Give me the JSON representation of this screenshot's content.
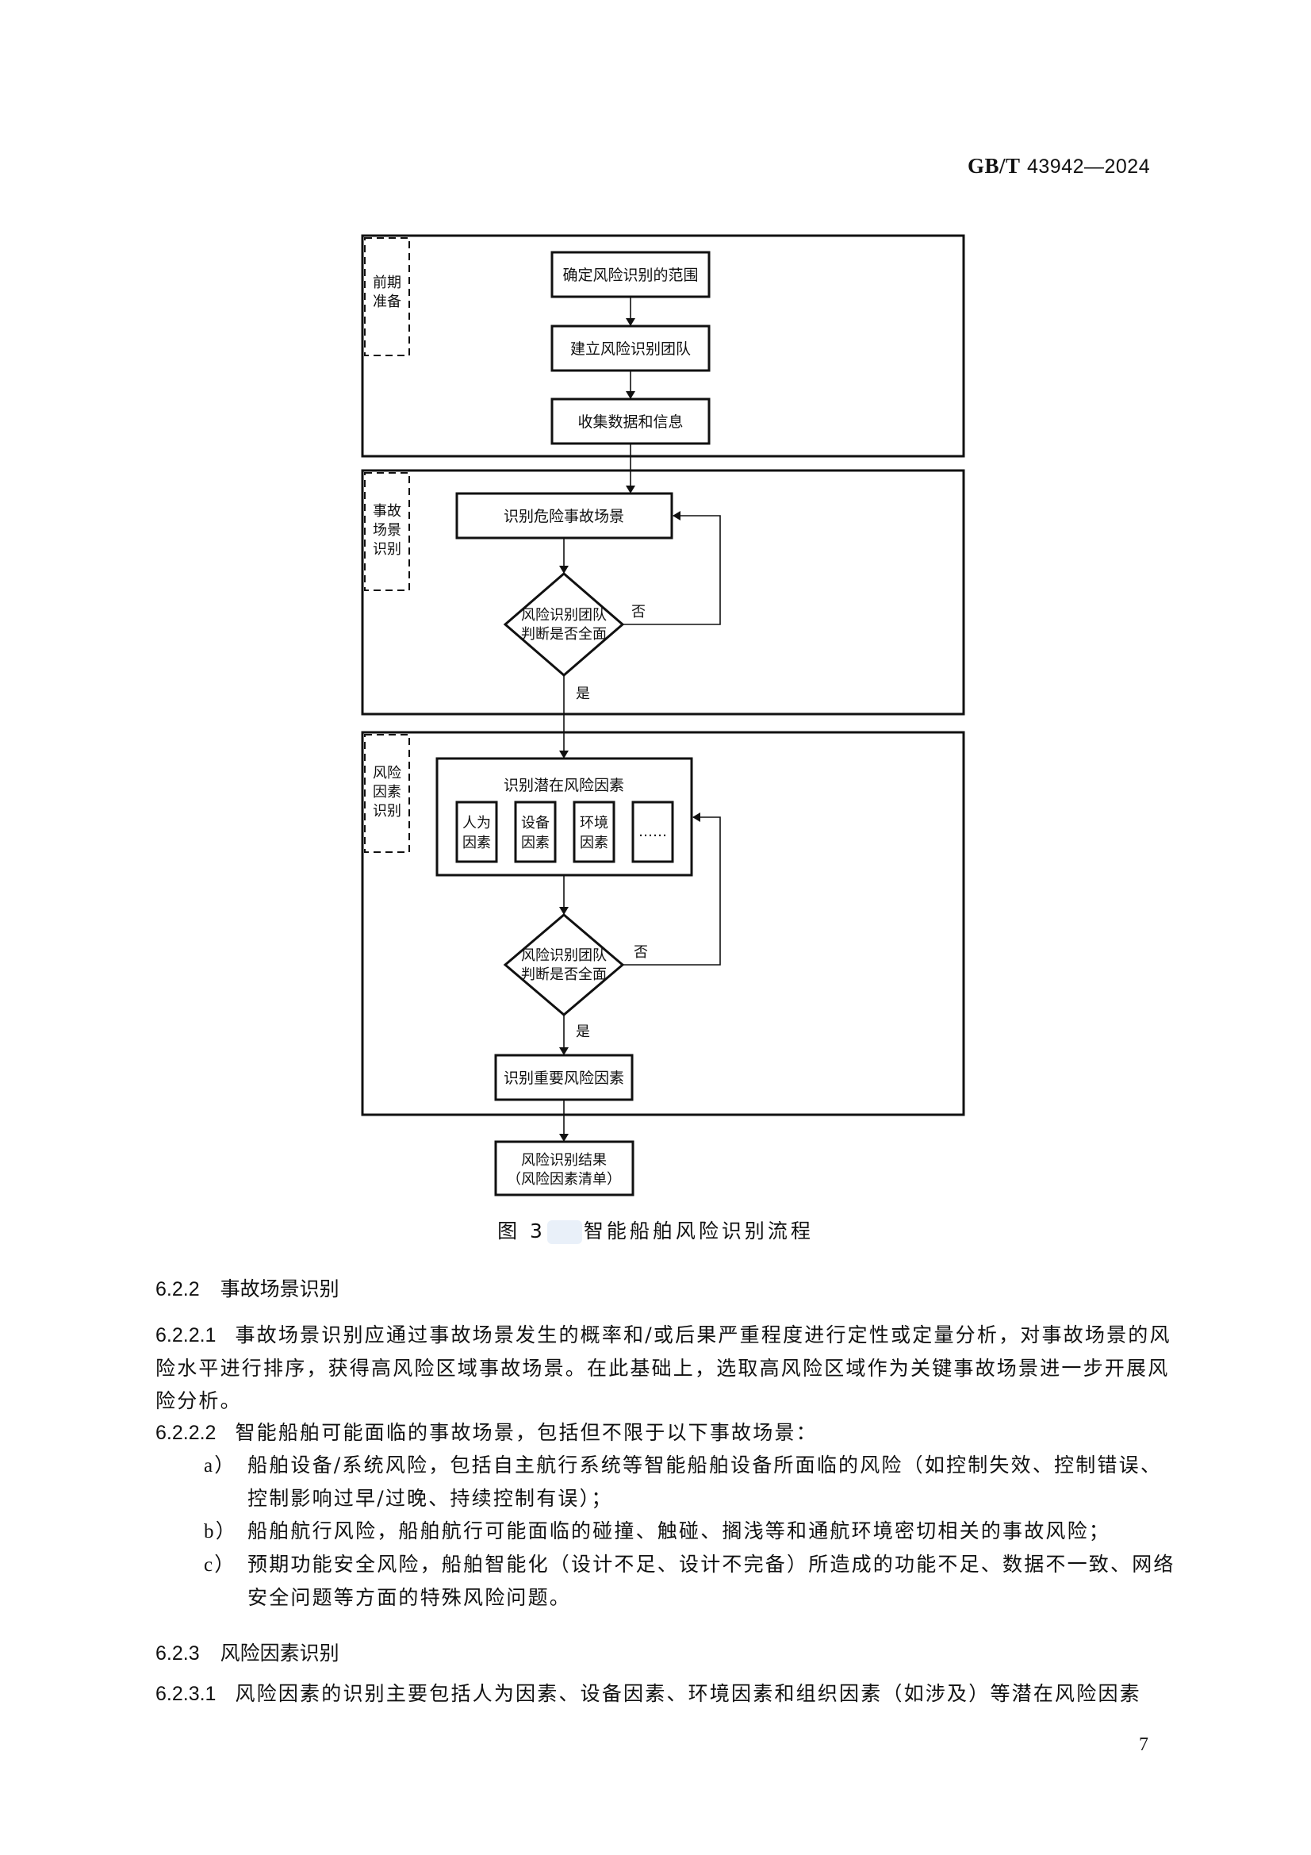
{
  "header": {
    "std_prefix": "GB/T",
    "std_number": "43942—2024"
  },
  "figure": {
    "caption_label": "图 3",
    "caption_title": "智能船舶风险识别流程",
    "phases": [
      {
        "label_lines": [
          "前期",
          "准备"
        ]
      },
      {
        "label_lines": [
          "事故",
          "场景",
          "识别"
        ]
      },
      {
        "label_lines": [
          "风险",
          "因素",
          "识别"
        ]
      }
    ],
    "steps": {
      "define_scope": "确定风险识别的范围",
      "build_team": "建立风险识别团队",
      "collect_data": "收集数据和信息",
      "identify_scenarios": "识别危险事故场景",
      "decision_lines": [
        "风险识别团队",
        "判断是否全面"
      ],
      "identify_potential": "识别潜在风险因素",
      "factors": [
        {
          "lines": [
            "人为",
            "因素"
          ]
        },
        {
          "lines": [
            "设备",
            "因素"
          ]
        },
        {
          "lines": [
            "环境",
            "因素"
          ]
        },
        {
          "lines": [
            "……"
          ]
        }
      ],
      "identify_key": "识别重要风险因素",
      "result_lines": [
        "风险识别结果",
        "（风险因素清单）"
      ]
    },
    "yes_label": "是",
    "no_label": "否"
  },
  "sections": {
    "s622": {
      "number": "6.2.2",
      "title": "事故场景识别"
    },
    "p6221": {
      "number": "6.2.2.1",
      "text": "事故场景识别应通过事故场景发生的概率和/或后果严重程度进行定性或定量分析，对事故场景的风险水平进行排序，获得高风险区域事故场景。在此基础上，选取高风险区域作为关键事故场景进一步开展风险分析。"
    },
    "p6222": {
      "number": "6.2.2.2",
      "text": "智能船舶可能面临的事故场景，包括但不限于以下事故场景："
    },
    "items": [
      {
        "marker": "a）",
        "text": "船舶设备/系统风险，包括自主航行系统等智能船舶设备所面临的风险（如控制失效、控制错误、控制影响过早/过晚、持续控制有误）；"
      },
      {
        "marker": "b）",
        "text": "船舶航行风险，船舶航行可能面临的碰撞、触碰、搁浅等和通航环境密切相关的事故风险；"
      },
      {
        "marker": "c）",
        "text": "预期功能安全风险，船舶智能化（设计不足、设计不完备）所造成的功能不足、数据不一致、网络安全问题等方面的特殊风险问题。"
      }
    ],
    "s623": {
      "number": "6.2.3",
      "title": "风险因素识别"
    },
    "p6231": {
      "number": "6.2.3.1",
      "text": "风险因素的识别主要包括人为因素、设备因素、环境因素和组织因素（如涉及）等潜在风险因素"
    }
  },
  "footer": {
    "page_number": "7"
  }
}
